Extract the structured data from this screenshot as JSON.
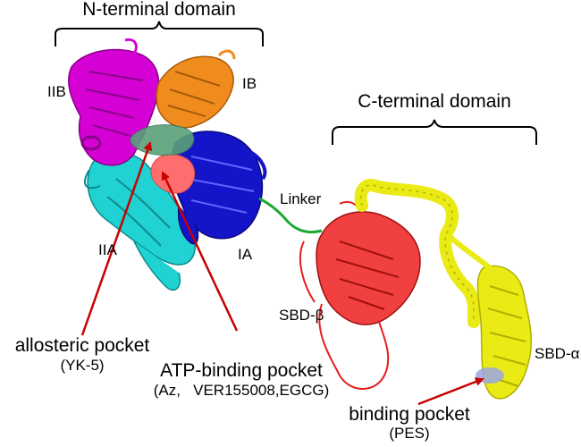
{
  "domains": {
    "n_terminal": "N-terminal domain",
    "c_terminal": "C-terminal domain"
  },
  "subdomains": {
    "iib": "IIB",
    "ib": "IB",
    "iia": "IIA",
    "ia": "IA",
    "linker": "Linker",
    "sbd_beta": "SBD-β",
    "sbd_alpha": "SBD-α"
  },
  "pockets": {
    "allosteric": {
      "name": "allosteric pocket",
      "ligand": "(YK-5)"
    },
    "atp": {
      "name": "ATP-binding pocket",
      "ligands": "(Az,   VER155008,EGCG)"
    },
    "binding": {
      "name": "binding pocket",
      "ligand": "(PES)"
    }
  },
  "colors": {
    "iib": "#d400d4",
    "ib": "#f08c1e",
    "iia": "#20d2d2",
    "ia": "#1414c8",
    "nucleotide_site": "#ff6e6e",
    "allosteric_site": "#5aa07a",
    "linker": "#1eaa32",
    "sbd_beta": "#e61e1e",
    "sbd_alpha": "#eaea14",
    "pes_site": "#9aa6e6",
    "arrow": "#c80000"
  }
}
